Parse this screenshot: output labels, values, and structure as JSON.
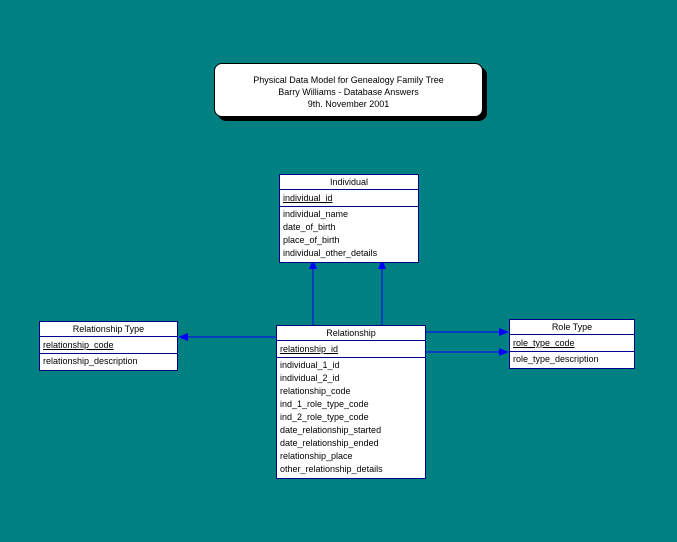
{
  "title": {
    "line1": "Physical Data Model for Genealogy Family Tree",
    "line2": "Barry Williams - Database Answers",
    "line3": "9th. November 2001"
  },
  "entities": {
    "individual": {
      "name": "Individual",
      "keys": [
        "individual_id"
      ],
      "attributes": [
        "individual_name",
        "date_of_birth",
        "place_of_birth",
        "individual_other_details"
      ]
    },
    "relationship_type": {
      "name": "Relationship Type",
      "keys": [
        "relationship_code"
      ],
      "attributes": [
        "relationship_description"
      ]
    },
    "relationship": {
      "name": "Relationship",
      "keys": [
        "relationship_id"
      ],
      "attributes": [
        "individual_1_id",
        "individual_2_id",
        "relationship_code",
        "ind_1_role_type_code",
        "ind_2_role_type_code",
        "date_relationship_started",
        "date_relationship_ended",
        "relationship_place",
        "other_relationship_details"
      ]
    },
    "role_type": {
      "name": "Role Type",
      "keys": [
        "role_type_code"
      ],
      "attributes": [
        "role_type_description"
      ]
    }
  },
  "colors": {
    "background": "#008080",
    "entity_border": "#00008b",
    "connector": "#0000ff"
  }
}
